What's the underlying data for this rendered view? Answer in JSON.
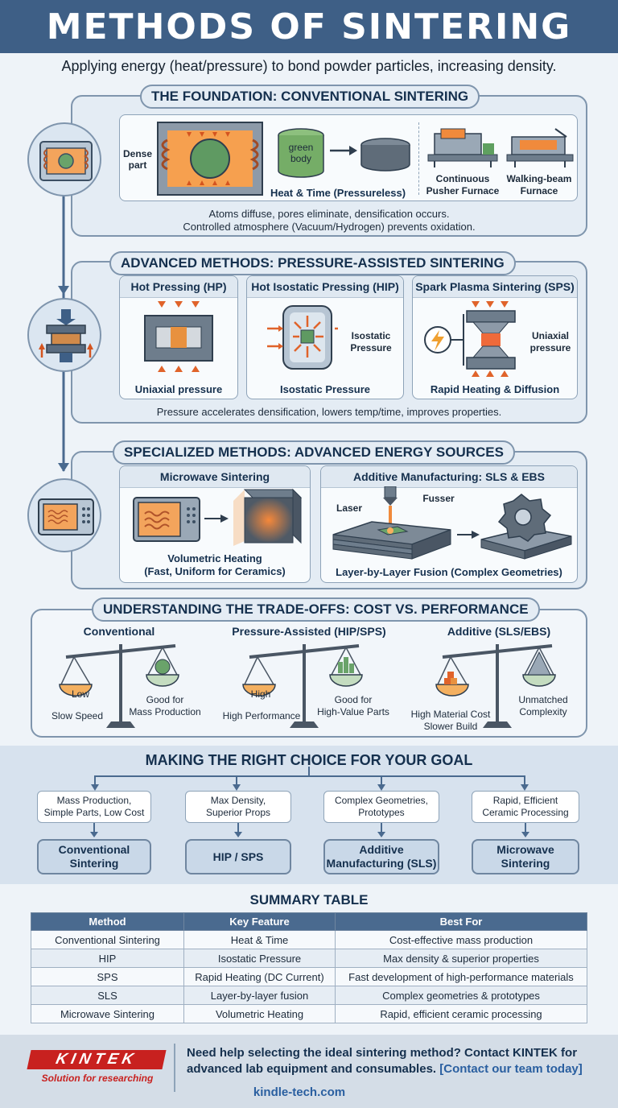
{
  "header": {
    "title": "METHODS OF SINTERING"
  },
  "subtitle": "Applying energy (heat/pressure) to bond powder particles, increasing density.",
  "conventional": {
    "title": "THE FOUNDATION: CONVENTIONAL SINTERING",
    "dense_part_label": "Dense\npart",
    "green_body_label": "green\nbody",
    "heat_time_label": "Heat & Time (Pressureless)",
    "furnace1_label": "Continuous\nPusher Furnace",
    "furnace2_label": "Walking-beam\nFurnace",
    "note_line1": "Atoms diffuse, pores eliminate, densification occurs.",
    "note_line2": "Controlled atmosphere (Vacuum/Hydrogen) prevents oxidation."
  },
  "pressure": {
    "title": "ADVANCED METHODS: PRESSURE-ASSISTED SINTERING",
    "hp_title": "Hot Pressing (HP)",
    "hp_caption": "Uniaxial pressure",
    "hip_title": "Hot Isostatic Pressing (HIP)",
    "hip_side_label": "Isostatic\nPressure",
    "hip_caption": "Isostatic Pressure",
    "sps_title": "Spark Plasma Sintering (SPS)",
    "sps_side_label": "Uniaxial\npressure",
    "sps_caption": "Rapid Heating & Diffusion",
    "note": "Pressure accelerates densification, lowers temp/time, improves properties."
  },
  "specialized": {
    "title": "SPECIALIZED METHODS: ADVANCED ENERGY SOURCES",
    "microwave_title": "Microwave Sintering",
    "microwave_caption": "Volumetric Heating\n(Fast, Uniform for Ceramics)",
    "am_title": "Additive Manufacturing: SLS & EBS",
    "laser_label": "Laser",
    "fusser_label": "Fusser",
    "am_caption": "Layer-by-Layer Fusion (Complex Geometries)"
  },
  "tradeoffs": {
    "title": "UNDERSTANDING THE TRADE-OFFS: COST VS. PERFORMANCE",
    "scales": [
      {
        "title": "Conventional",
        "pan_left": "Low",
        "left_label": "Slow Speed",
        "right_label": "Good for\nMass Production"
      },
      {
        "title": "Pressure-Assisted (HIP/SPS)",
        "pan_left": "High",
        "left_label": "High Performance",
        "right_label": "Good for\nHigh-Value Parts"
      },
      {
        "title": "Additive (SLS/EBS)",
        "pan_left": "",
        "left_label": "High Material Cost\nSlower Build",
        "right_label": "Unmatched\nComplexity"
      }
    ]
  },
  "choice": {
    "title": "MAKING THE RIGHT CHOICE FOR YOUR GOAL",
    "items": [
      {
        "goal": "Mass Production,\nSimple Parts, Low Cost",
        "method": "Conventional\nSintering"
      },
      {
        "goal": "Max Density,\nSuperior Props",
        "method": "HIP / SPS"
      },
      {
        "goal": "Complex Geometries,\nPrototypes",
        "method": "Additive\nManufacturing (SLS)"
      },
      {
        "goal": "Rapid, Efficient\nCeramic Processing",
        "method": "Microwave\nSintering"
      }
    ]
  },
  "summary": {
    "title": "SUMMARY TABLE",
    "headers": [
      "Method",
      "Key Feature",
      "Best For"
    ],
    "rows": [
      [
        "Conventional Sintering",
        "Heat & Time",
        "Cost-effective mass production"
      ],
      [
        "HIP",
        "Isostatic Pressure",
        "Max density & superior properties"
      ],
      [
        "SPS",
        "Rapid Heating (DC Current)",
        "Fast development of high-performance materials"
      ],
      [
        "SLS",
        "Layer-by-layer fusion",
        "Complex geometries & prototypes"
      ],
      [
        "Microwave Sintering",
        "Volumetric Heating",
        "Rapid, efficient ceramic processing"
      ]
    ]
  },
  "footer": {
    "logo_text": "KINTEK",
    "logo_tagline": "Solution for researching",
    "cta_text": "Need help selecting the ideal sintering method? Contact KINTEK for advanced lab equipment and consumables.",
    "cta_link": "[Contact our team today]",
    "website": "kindle-tech.com"
  },
  "colors": {
    "header": "#3e5f86",
    "accent_orange": "#f08a3c",
    "panel_border": "#7f95ad",
    "logo_red": "#c8211f"
  }
}
